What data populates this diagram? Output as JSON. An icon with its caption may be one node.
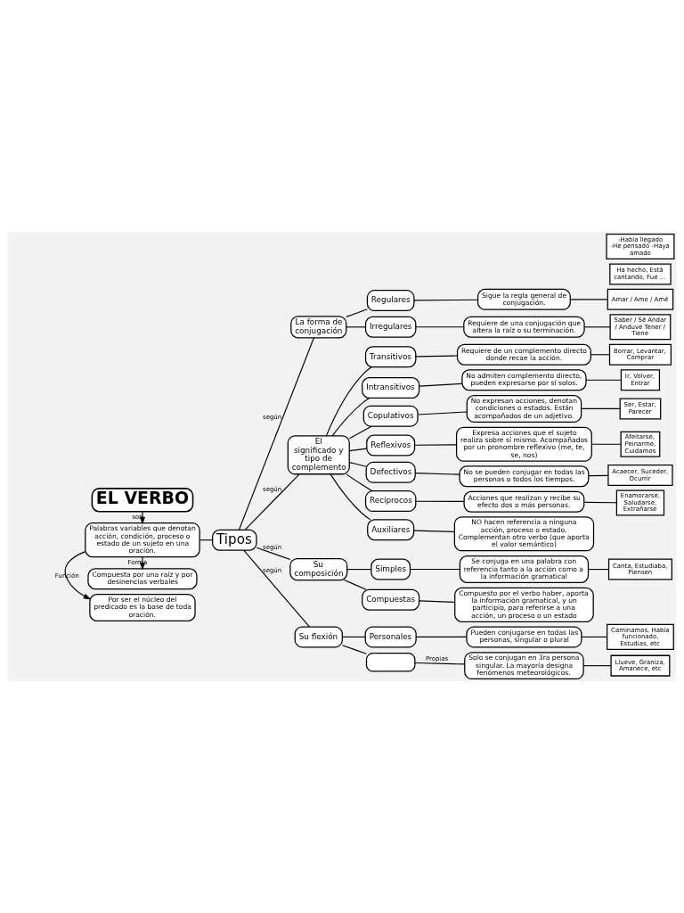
{
  "diagram": {
    "nodes": [
      {
        "text": [
          "EL VERBO"
        ]
      },
      {
        "text": [
          "Palabras variables que denotan acción, condición, proceso o estado de un sujeto en una oración."
        ]
      },
      {
        "text": [
          "Por ser el núcleo del predicado es la base de toda oración."
        ]
      },
      {
        "text": [
          "Compuesta por una raíz y por desinencias verbales"
        ]
      },
      {
        "text": [
          "Tipos"
        ]
      },
      {
        "text": [
          "La forma de conjugación"
        ]
      },
      {
        "text": [
          "Regulares"
        ]
      },
      {
        "text": [
          "Sigue la regla general de conjugación."
        ]
      },
      {
        "text": [
          "Amar / Amo / Amé"
        ]
      },
      {
        "text": [
          "Irregulares"
        ]
      },
      {
        "text": [
          "Requiere de una conjugación que altera la raíz o su terminación."
        ]
      },
      {
        "text": [
          "Saber / Sé Andar / Anduve Tener / Tiene"
        ]
      },
      {
        "text": [
          "El significado y tipo de complemento"
        ]
      },
      {
        "text": [
          "Transitivos"
        ]
      },
      {
        "text": [
          "Requiere de un complemento directo donde recae la acción."
        ]
      },
      {
        "text": [
          "Borrar, Levantar, Comprar"
        ]
      },
      {
        "text": [
          "Intransitivos"
        ]
      },
      {
        "text": [
          "No admiten complemento directo, pueden expresarse por sí solos."
        ]
      },
      {
        "text": [
          "Ir, Volver, Entrar"
        ]
      },
      {
        "text": [
          "Copulativos"
        ]
      },
      {
        "text": [
          "No expresan acciones, denotan condiciones o estados. Están acompañados de un adjetivo."
        ]
      },
      {
        "text": [
          "Ser, Estar, Parecer"
        ]
      },
      {
        "text": [
          "Reflexivos"
        ]
      },
      {
        "text": [
          "Expresa acciones que el sujeto realiza sobre sí mismo. Acompañados por un pronombre reflexivo (me, te, se, nos)"
        ]
      },
      {
        "text": [
          "Afeitarse, Peinarme, Cuidarnos"
        ]
      },
      {
        "text": [
          "Defectivos"
        ]
      },
      {
        "text": [
          "No se pueden conjugar en todas las personas o todos los tiempos."
        ]
      },
      {
        "text": [
          "Acaecer, Suceder, Ocurrir"
        ]
      },
      {
        "text": [
          "Recíprocos"
        ]
      },
      {
        "text": [
          "Acciones que realizan y recibe su efecto dos o más personas."
        ]
      },
      {
        "text": [
          "Enamorarse, Saludarse, Extrañarse"
        ]
      },
      {
        "text": [
          "Auxiliares"
        ]
      },
      {
        "text": [
          "NO hacen referencia a ninguna acción, proceso o estado. Complementan otro verbo (que aporta el valor semántico)"
        ]
      },
      {
        "text": [
          "Ha hecho, Está cantando, Fue ..."
        ]
      },
      {
        "text": [
          "Su composición"
        ]
      },
      {
        "text": [
          "Simples"
        ]
      },
      {
        "text": [
          "Se conjuga en una palabra con referencia tanto a la acción como a la información gramatical"
        ]
      },
      {
        "text": [
          "Canta, Estudiaba, Piensen"
        ]
      },
      {
        "text": [
          "Compuestas"
        ]
      },
      {
        "text": [
          "Compuesto por el verbo haber, aporta la información gramatical, y un participio, para referirse a una acción, un proceso o un estado"
        ]
      },
      {
        "text": [
          "-Había llegado -He pensado -Haya amado"
        ]
      },
      {
        "text": [
          "Su flexión"
        ]
      },
      {
        "text": [
          "Personales"
        ]
      },
      {
        "text": [
          "Pueden conjugarse en todas las personas, singular o plural"
        ]
      },
      {
        "text": [
          "Caminamos, Había funcionado, Estudias, etc"
        ]
      },
      {
        "text": [],
        "shape": "box"
      },
      {
        "text": [
          "Solo se conjugan en 3ra persona singular. La mayoría designa fenómenos meteorológicos."
        ]
      },
      {
        "text": [
          "Llueve, Graniza, Amanece, etc"
        ]
      }
    ],
    "edges": [
      {
        "from": 0,
        "to": 1,
        "arrow": "to",
        "label": "son"
      },
      {
        "from": 1,
        "to": 2,
        "arrow": "to",
        "label": "Función"
      },
      {
        "from": 1,
        "to": 3,
        "arrow": "to",
        "label": "Forma"
      },
      {
        "from": 1,
        "to": 4,
        "arrow": "none"
      },
      {
        "from": 4,
        "to": 5,
        "arrow": "none",
        "label": "según"
      },
      {
        "from": 5,
        "to": 6,
        "arrow": "none"
      },
      {
        "from": 6,
        "to": 7,
        "arrow": "none"
      },
      {
        "from": 7,
        "to": 8,
        "arrow": "none"
      },
      {
        "from": 5,
        "to": 9,
        "arrow": "none"
      },
      {
        "from": 9,
        "to": 10,
        "arrow": "none"
      },
      {
        "from": 10,
        "to": 11,
        "arrow": "none"
      },
      {
        "from": 4,
        "to": 12,
        "arrow": "none",
        "label": "según"
      },
      {
        "from": 12,
        "to": 13,
        "arrow": "none"
      },
      {
        "from": 13,
        "to": 14,
        "arrow": "none"
      },
      {
        "from": 14,
        "to": 15,
        "arrow": "none"
      },
      {
        "from": 12,
        "to": 16,
        "arrow": "none"
      },
      {
        "from": 16,
        "to": 17,
        "arrow": "none"
      },
      {
        "from": 17,
        "to": 18,
        "arrow": "none"
      },
      {
        "from": 12,
        "to": 19,
        "arrow": "none"
      },
      {
        "from": 19,
        "to": 20,
        "arrow": "none"
      },
      {
        "from": 20,
        "to": 21,
        "arrow": "none"
      },
      {
        "from": 12,
        "to": 22,
        "arrow": "none"
      },
      {
        "from": 22,
        "to": 23,
        "arrow": "none"
      },
      {
        "from": 23,
        "to": 24,
        "arrow": "none"
      },
      {
        "from": 12,
        "to": 25,
        "arrow": "none"
      },
      {
        "from": 25,
        "to": 26,
        "arrow": "none"
      },
      {
        "from": 26,
        "to": 27,
        "arrow": "none"
      },
      {
        "from": 12,
        "to": 28,
        "arrow": "none"
      },
      {
        "from": 28,
        "to": 29,
        "arrow": "none"
      },
      {
        "from": 29,
        "to": 30,
        "arrow": "none"
      },
      {
        "from": 12,
        "to": 31,
        "arrow": "none"
      },
      {
        "from": 31,
        "to": 32,
        "arrow": "none"
      },
      {
        "from": 4,
        "to": 34,
        "arrow": "none",
        "label": "según"
      },
      {
        "from": 34,
        "to": 35,
        "arrow": "none"
      },
      {
        "from": 35,
        "to": 36,
        "arrow": "none"
      },
      {
        "from": 36,
        "to": 37,
        "arrow": "none"
      },
      {
        "from": 34,
        "to": 38,
        "arrow": "none"
      },
      {
        "from": 38,
        "to": 39,
        "arrow": "none"
      },
      {
        "from": 4,
        "to": 41,
        "arrow": "none",
        "label": "según"
      },
      {
        "from": 41,
        "to": 42,
        "arrow": "none"
      },
      {
        "from": 42,
        "to": 43,
        "arrow": "none"
      },
      {
        "from": 43,
        "to": 44,
        "arrow": "none"
      },
      {
        "from": 41,
        "to": 45,
        "arrow": "none"
      },
      {
        "from": 45,
        "to": 46,
        "arrow": "none",
        "label": "Propias"
      },
      {
        "from": 46,
        "to": 47,
        "arrow": "none"
      }
    ]
  }
}
